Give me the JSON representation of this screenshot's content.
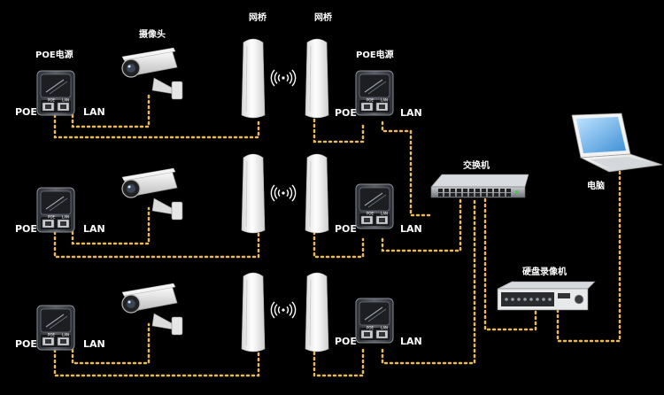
{
  "labels": {
    "poe_power": "POE电源",
    "camera": "摄像头",
    "bridge": "网桥",
    "switch": "交换机",
    "computer": "电脑",
    "nvr": "硬盘录像机",
    "poe_port": "POE",
    "lan_port": "LAN",
    "inj_poe": "POE",
    "inj_lan": "LAN"
  },
  "colors": {
    "background": "#000000",
    "cable": "#e8b85a",
    "label": "#ffffff"
  },
  "icons": [
    "poe-injector-icon",
    "ip-camera-icon",
    "wireless-bridge-icon",
    "wifi-signal-icon",
    "network-switch-icon",
    "laptop-icon",
    "nvr-icon"
  ]
}
